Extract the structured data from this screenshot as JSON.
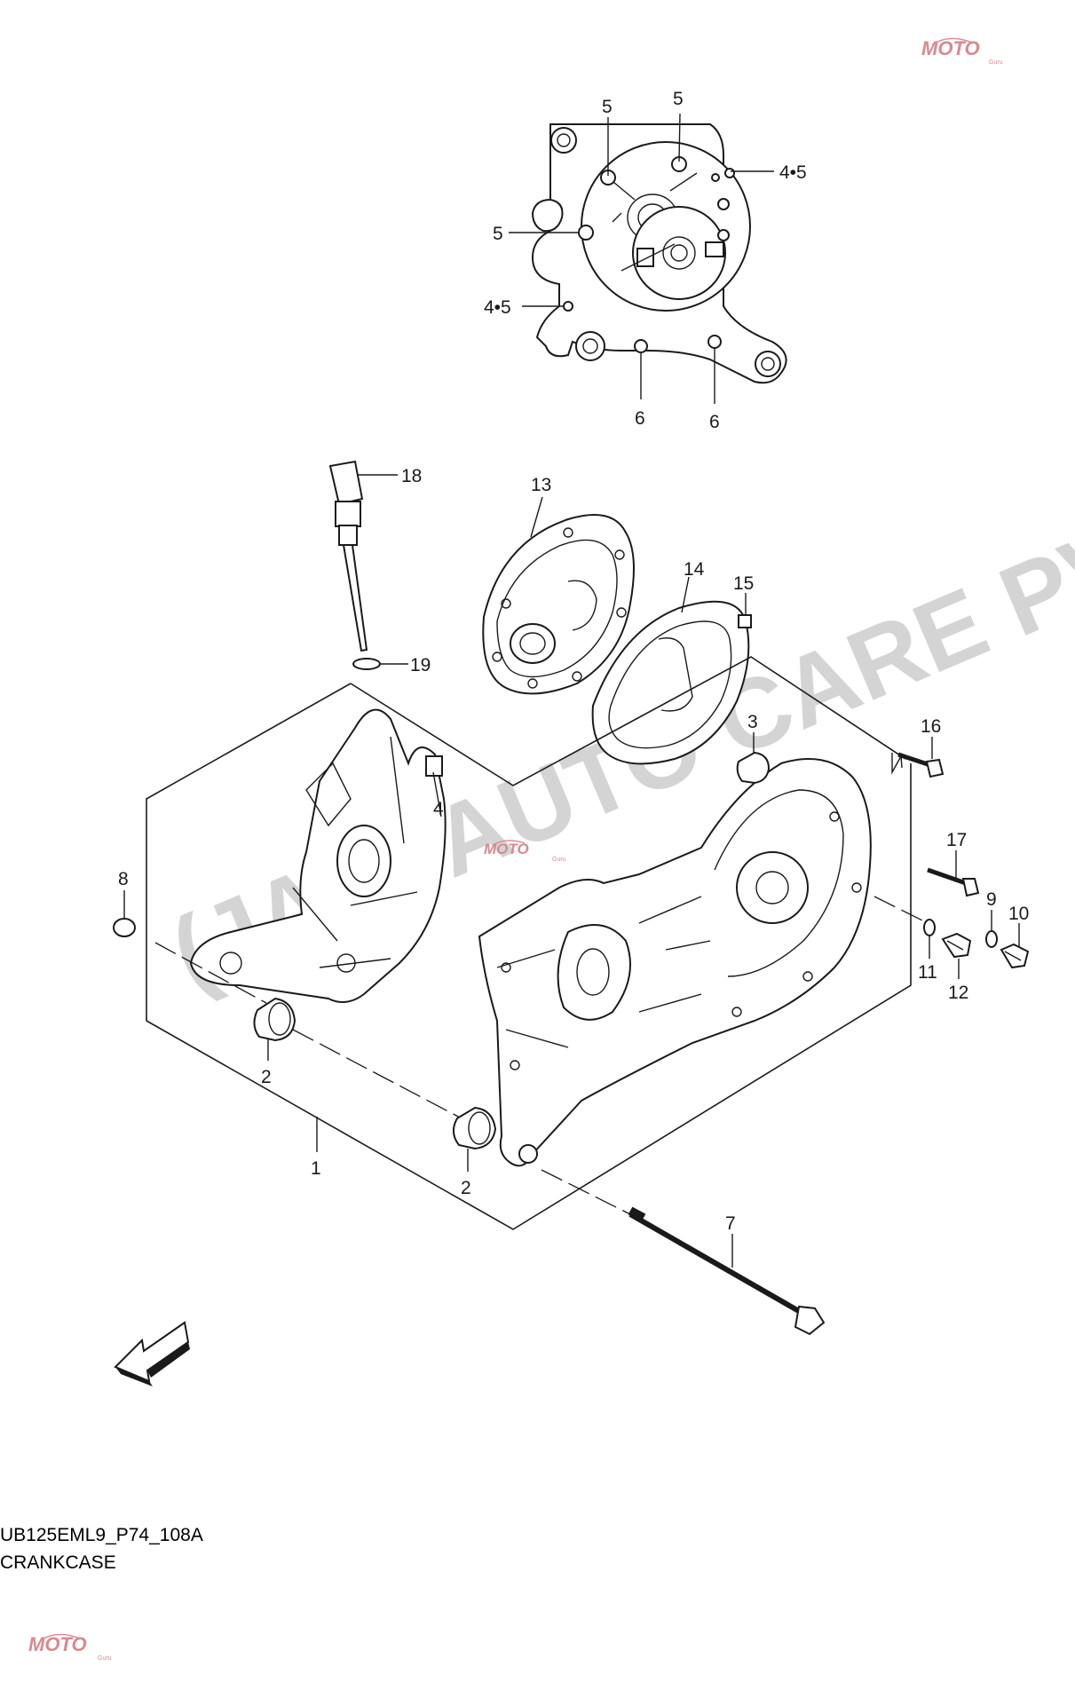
{
  "watermark": {
    "text": "(JAIN AUTO CARE PVT"
  },
  "logos": {
    "top": "MOTO",
    "top_sub": "Guru",
    "bottom": "MOTO",
    "bottom_sub": "Guru",
    "mid": "MOTO",
    "mid_sub": "Guru"
  },
  "callouts": {
    "c5a": "5",
    "c5b": "5",
    "c5c": "5",
    "c45a": "4•5",
    "c45b": "4•5",
    "c6a": "6",
    "c6b": "6",
    "c18": "18",
    "c19": "19",
    "c13": "13",
    "c14": "14",
    "c15": "15",
    "c3": "3",
    "c16": "16",
    "c4": "4",
    "c8": "8",
    "c17": "17",
    "c9": "9",
    "c10": "10",
    "c11": "11",
    "c12": "12",
    "c2a": "2",
    "c2b": "2",
    "c1": "1",
    "c7": "7"
  },
  "caption": {
    "code": "UB125EML9_P74_108A",
    "title": "CRANKCASE"
  },
  "colors": {
    "line": "#1a1a1a",
    "watermark": "#d4d4d4",
    "logo": "#d88a8f"
  },
  "icons": {
    "direction_arrow": "fwd-arrow-icon"
  }
}
